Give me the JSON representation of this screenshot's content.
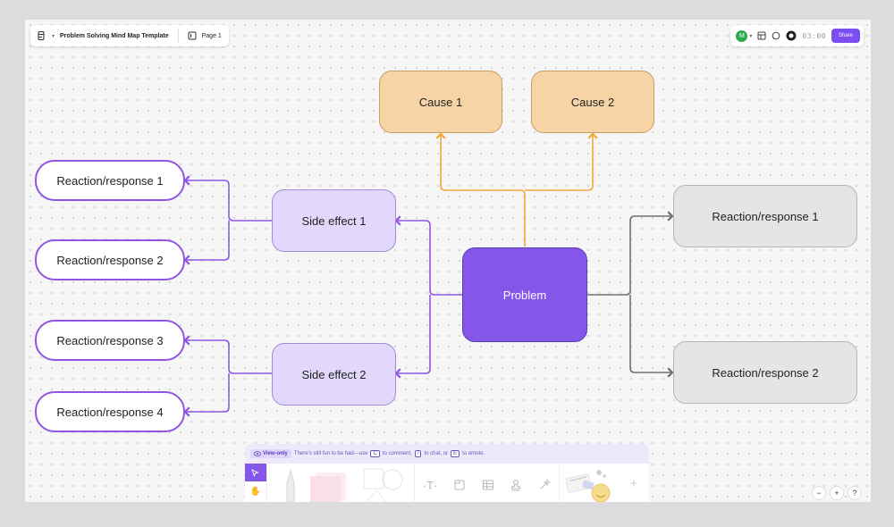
{
  "header": {
    "file_title": "Problem Solving Mind Map Template",
    "page_label": "Page 1",
    "avatar_initial": "M",
    "timer": "03:00",
    "share_label": "Share"
  },
  "mindmap": {
    "center": "Problem",
    "causes": [
      "Cause 1",
      "Cause 2"
    ],
    "side_effects": [
      "Side effect 1",
      "Side effect 2"
    ],
    "left_responses": [
      "Reaction/response 1",
      "Reaction/response 2",
      "Reaction/response 3",
      "Reaction/response 4"
    ],
    "right_responses": [
      "Reaction/response 1",
      "Reaction/response 2"
    ]
  },
  "notice": {
    "badge": "View-only",
    "text_a": "There's still fun to be had—use",
    "key_c": "C",
    "text_b": "to comment,",
    "key_slash": "/",
    "text_c": "to chat, or",
    "key_e": "E",
    "text_d": "to emote."
  },
  "zoom": {
    "minus": "−",
    "plus": "+",
    "help": "?"
  },
  "colors": {
    "cause_fill": "#f6d4a5",
    "problem_fill": "#8457e8",
    "side_fill": "#e1d8fb",
    "response_right_fill": "#e5e5e5",
    "connector_orange": "#f2a93b",
    "connector_purple": "#8f56e3",
    "connector_gray": "#707070",
    "accent": "#7c4ef2"
  }
}
